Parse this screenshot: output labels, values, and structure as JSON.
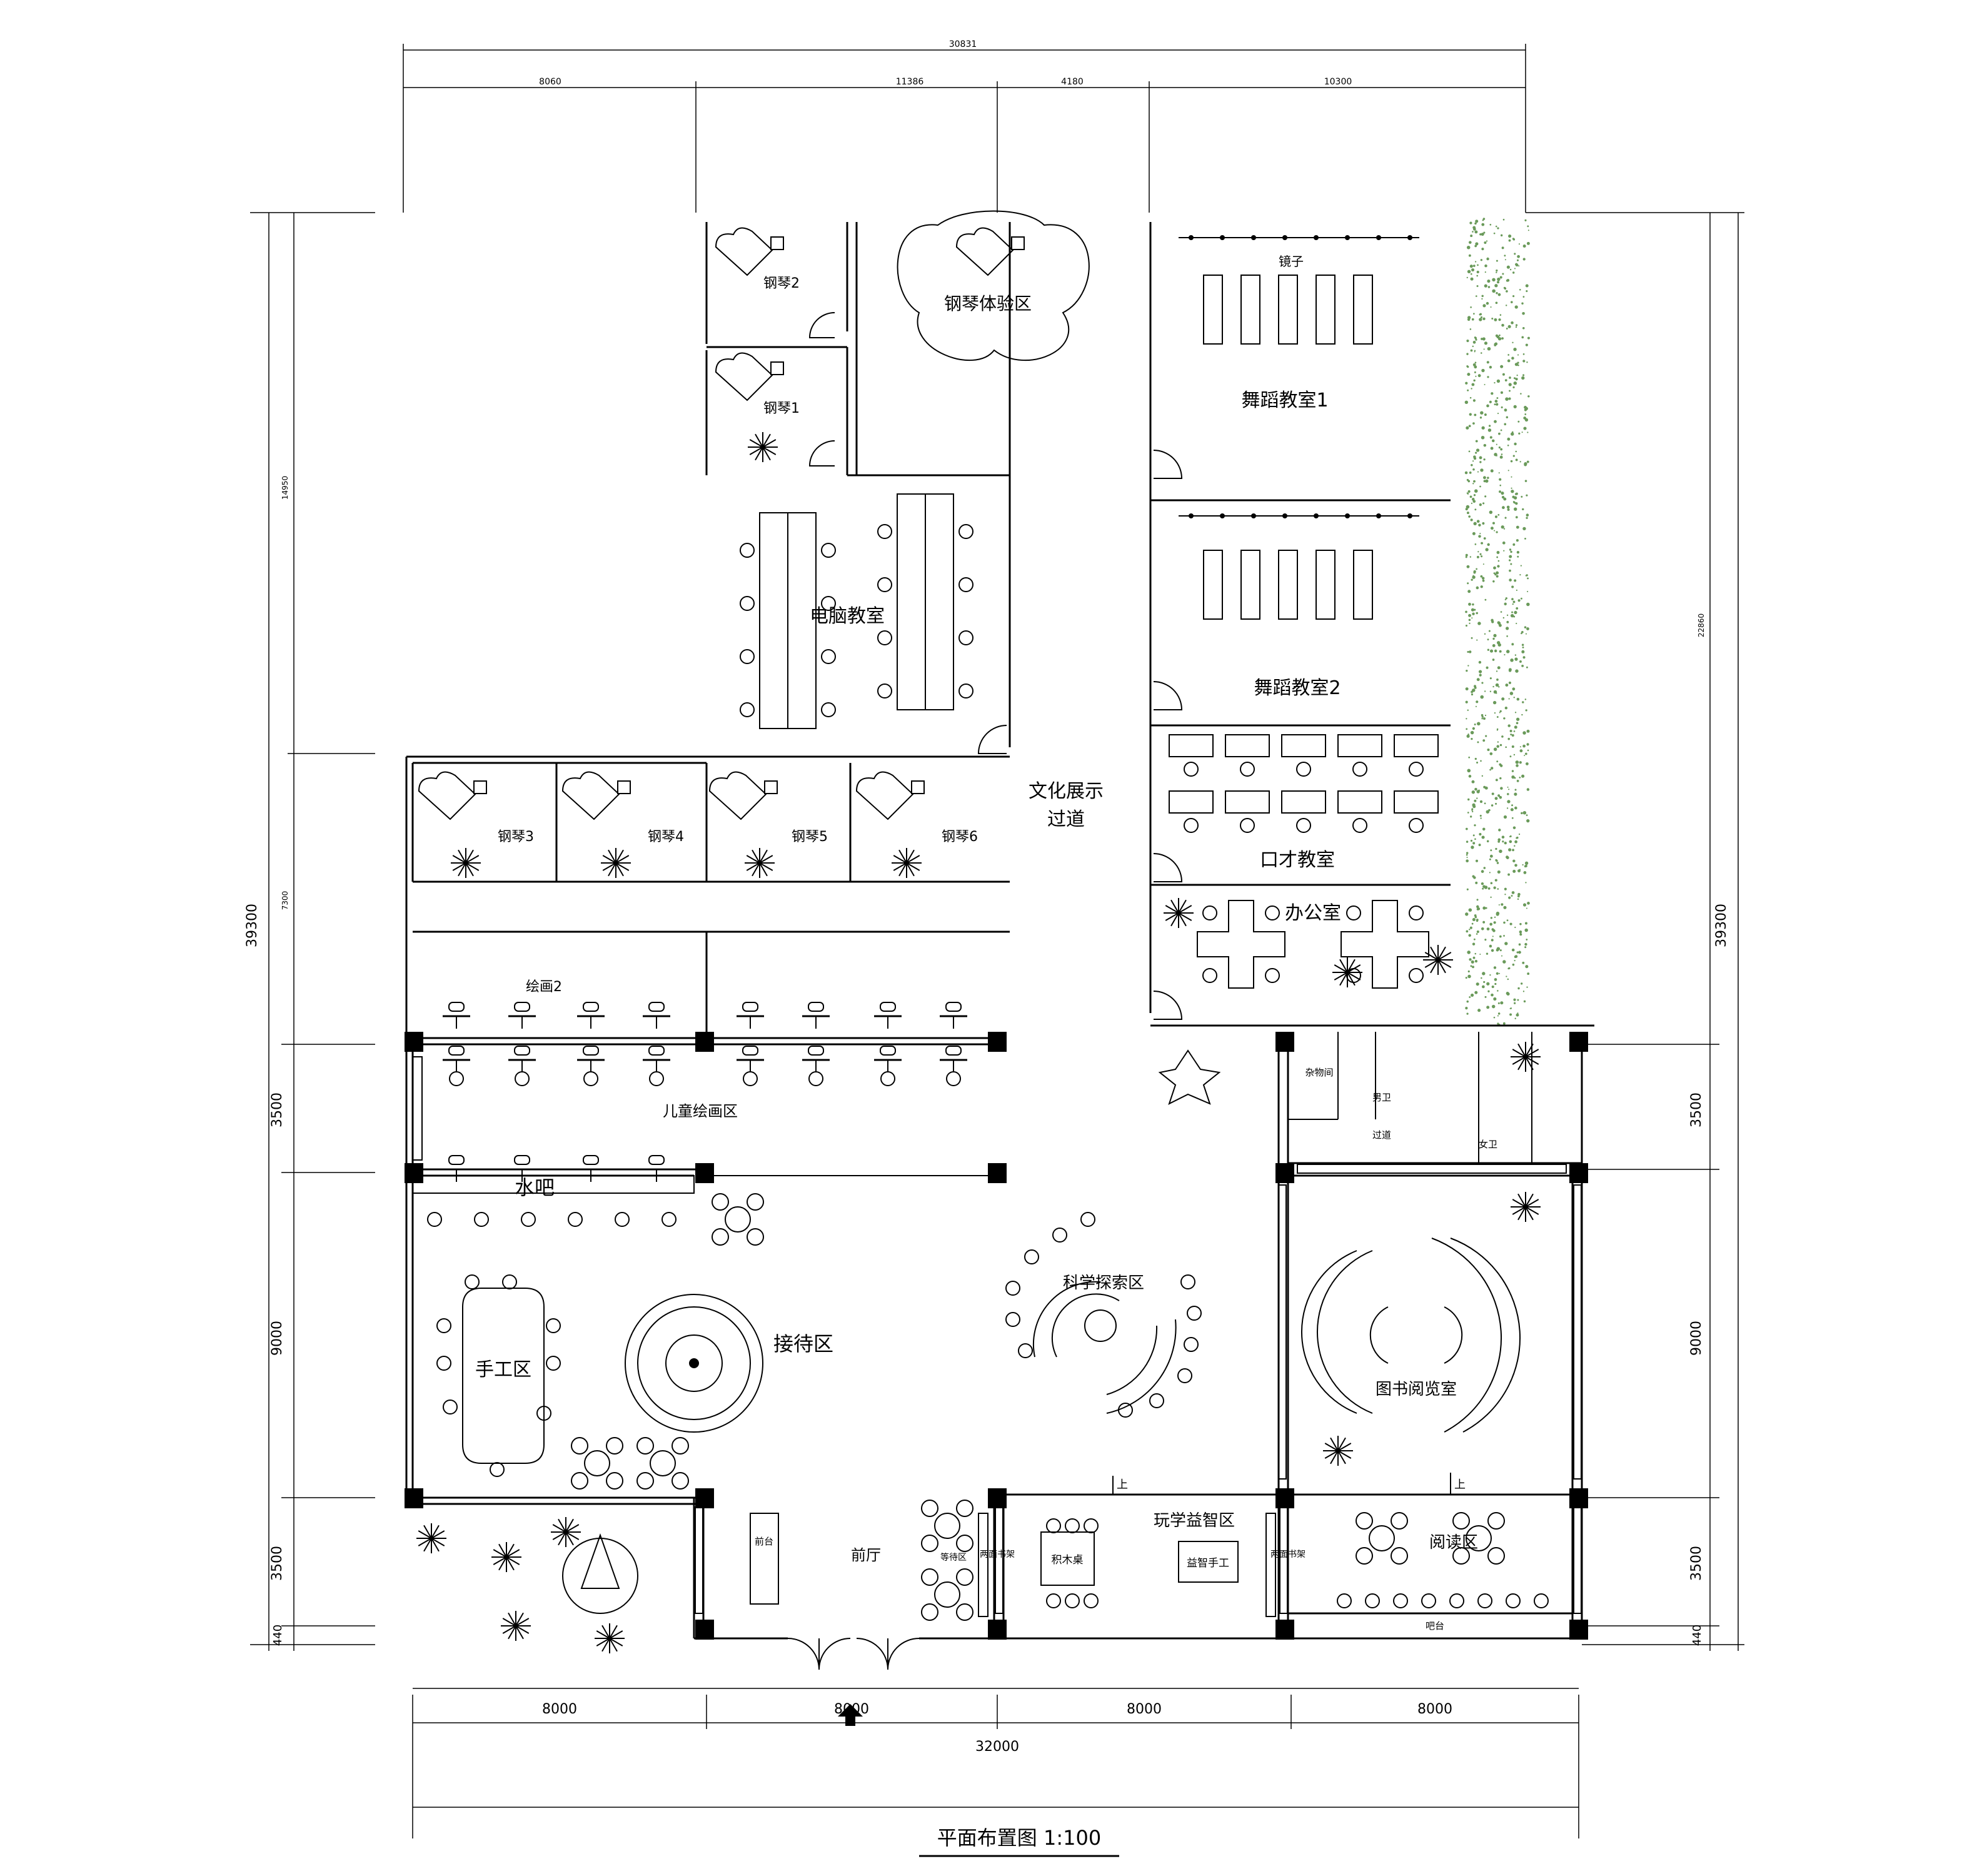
{
  "title": "平面布置图 1:100",
  "rooms": {
    "piano2": "钢琴2",
    "piano_exp": "钢琴体验区",
    "piano1": "钢琴1",
    "mirror": "镜子",
    "dance1": "舞蹈教室1",
    "computer": "电脑教室",
    "dance2": "舞蹈教室2",
    "culture1": "文化展示",
    "culture2": "过道",
    "piano3": "钢琴3",
    "piano4": "钢琴4",
    "piano5": "钢琴5",
    "piano6": "钢琴6",
    "speech": "口才教室",
    "office": "办公室",
    "drawing2": "绘画2",
    "kids_drawing": "儿童绘画区",
    "storage": "杂物间",
    "male_wc": "男卫",
    "corridor": "过道",
    "female_wc": "女卫",
    "water_bar": "水吧",
    "science": "科学探索区",
    "handcraft": "手工区",
    "reception": "接待区",
    "library": "图书阅览室",
    "front_desk": "前台",
    "lobby": "前厅",
    "waiting": "等待区",
    "bookshelf1": "两面书架",
    "play_learn": "玩学益智区",
    "blocks": "积木桌",
    "puzzle": "益智手工",
    "bookshelf2": "两面书架",
    "reading": "阅读区",
    "bar": "吧台",
    "up1": "上",
    "up2": "上"
  },
  "dimensions": {
    "top_total": "30831",
    "top_1": "8060",
    "top_2": "11386",
    "top_3": "4180",
    "top_4": "10300",
    "bottom_1": "8000",
    "bottom_2": "8000",
    "bottom_3": "8000",
    "bottom_4": "8000",
    "bottom_total": "32000",
    "left_total": "39300",
    "left_upper": "14950",
    "left_mid": "7300",
    "left_a": "3500",
    "left_b": "9000",
    "left_c": "3500",
    "left_d": "440",
    "right_total": "39300",
    "right_upper": "22860",
    "right_a": "3500",
    "right_b": "9000",
    "right_c": "3500",
    "right_d": "440"
  },
  "colors": {
    "line": "#000000",
    "planting": "#6a9a5a"
  }
}
